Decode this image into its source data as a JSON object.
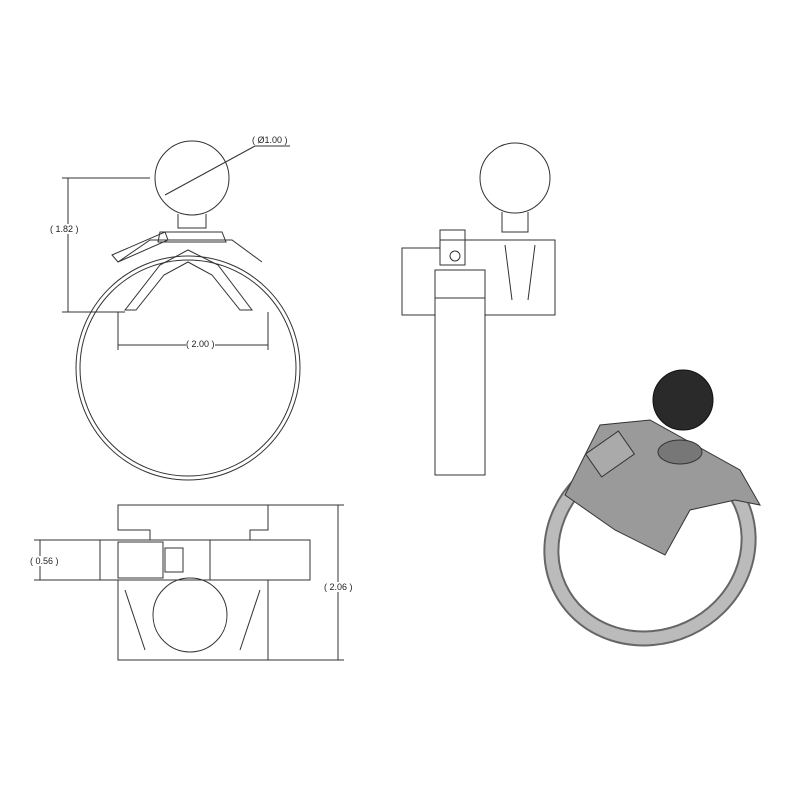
{
  "dimensions": {
    "ball_diameter": "( Ø1.00 )",
    "height": "( 1.82 )",
    "width": "( 2.00 )",
    "strap_width": "( 0.56 )",
    "depth": "( 2.06 )"
  },
  "colors": {
    "line": "#333333",
    "render_body": "#8a8a8a",
    "render_ball": "#2a2a2a"
  }
}
